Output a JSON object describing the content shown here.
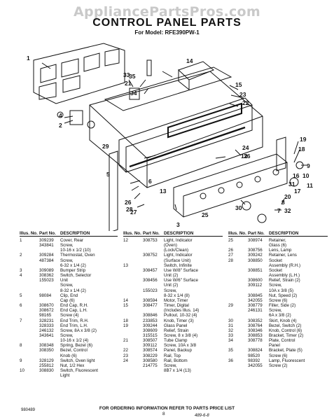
{
  "watermark": "AppliancePartsPros.com",
  "title": "CONTROL PANEL PARTS",
  "model": "For Model: RFE390PW-1",
  "callouts": [
    "1",
    "2",
    "3",
    "4",
    "5",
    "6",
    "7",
    "8",
    "9",
    "10",
    "11",
    "12",
    "13",
    "14",
    "15",
    "16",
    "17",
    "18",
    "19",
    "20",
    "21",
    "22",
    "23",
    "24",
    "25",
    "26",
    "27",
    "28",
    "29",
    "30",
    "31",
    "32",
    "33",
    "34",
    "35",
    "36"
  ],
  "headers": {
    "illus": "Illus. No.",
    "part": "Part No.",
    "desc": "DESCRIPTION"
  },
  "col1": [
    [
      "1",
      "309239",
      "Cover, Rear"
    ],
    [
      "",
      "343841",
      "Screw,"
    ],
    [
      "",
      "",
      "10-16 x 1/2 (10)"
    ],
    [
      "2",
      "309284",
      "Thermostat, Oven"
    ],
    [
      "",
      "487384",
      "Screw,"
    ],
    [
      "",
      "",
      "6-32 x 1/4 (2)"
    ],
    [
      "3",
      "309089",
      "Bumper Strip"
    ],
    [
      "4",
      "308362",
      "Switch, Selector"
    ],
    [
      "",
      "155023",
      "Unit"
    ],
    [
      "",
      "",
      "Screw,"
    ],
    [
      "",
      "",
      "8-32 x 1/4 (2)"
    ],
    [
      "5",
      "98084",
      "Clip, End"
    ],
    [
      "",
      "",
      "Cap (6)"
    ],
    [
      "6",
      "308670",
      "End Cap, R.H."
    ],
    [
      "",
      "308672",
      "End Cap, L.H."
    ],
    [
      "",
      "98165",
      "Screw (4)"
    ],
    [
      "7",
      "328231",
      "End Trim, R.H."
    ],
    [
      "",
      "328333",
      "End Trim, L.H."
    ],
    [
      "",
      "246132",
      "Screw, 8A x 3/8 (2)"
    ],
    [
      "",
      "343641",
      "Screw,"
    ],
    [
      "",
      "",
      "10-16 x 1/2 (4)"
    ],
    [
      "8",
      "308348",
      "Spring, Bezel (6)"
    ],
    [
      "",
      "308350",
      "Bezel, Control"
    ],
    [
      "",
      "",
      "Knob (6)"
    ],
    [
      "9",
      "328129",
      "Switch, Oven light"
    ],
    [
      "",
      "255812",
      "Nut, 1/2 Hex"
    ],
    [
      "10",
      "308830",
      "Switch, Fluorescent"
    ],
    [
      "",
      "",
      "Light"
    ]
  ],
  "col2": [
    [
      "12",
      "308753",
      "Light, Indicator"
    ],
    [
      "",
      "",
      "(Oven)"
    ],
    [
      "",
      "",
      "(Lock/Clean)"
    ],
    [
      "",
      "308752",
      "Light, Indicator"
    ],
    [
      "",
      "",
      "(Surface Unit)"
    ],
    [
      "13",
      "",
      "Switch, Infinite"
    ],
    [
      "",
      "308457",
      "Use W/8\" Surface"
    ],
    [
      "",
      "",
      "Unit (2)"
    ],
    [
      "",
      "308456",
      "Use W/6\" Surface"
    ],
    [
      "",
      "",
      "Unit (2)"
    ],
    [
      "",
      "155023",
      "Screw,"
    ],
    [
      "",
      "",
      "8-32 x 1/4 (8)"
    ],
    [
      "14",
      "308594",
      "Motor, Timer"
    ],
    [
      "15",
      "308477",
      "Timer, Digital"
    ],
    [
      "",
      "",
      "(Includes Illus. 14)"
    ],
    [
      "",
      "308846",
      "Pullout, 10-32 (4)"
    ],
    [
      "18",
      "233853",
      "Knob, Timer (3)"
    ],
    [
      "19",
      "309244",
      "Glass Panel"
    ],
    [
      "",
      "308609",
      "Relief, Strain"
    ],
    [
      "",
      "315515",
      "Screw, 8 x 3/8 (4)"
    ],
    [
      "21",
      "308507",
      "Tube Clamp"
    ],
    [
      "",
      "309112",
      "Screw, 10A x 3/8"
    ],
    [
      "22",
      "308574",
      "Panel, Backup"
    ],
    [
      "23",
      "308229",
      "Rail, Top"
    ],
    [
      "24",
      "308580",
      "Rail, Bottom"
    ],
    [
      "",
      "214775",
      "Screw,"
    ],
    [
      "",
      "",
      "8B7 x 1/4 (13)"
    ]
  ],
  "col3": [
    [
      "25",
      "308974",
      "Retainer,"
    ],
    [
      "",
      "",
      "Glass (6)"
    ],
    [
      "26",
      "308756",
      "Lens, Lamp"
    ],
    [
      "27",
      "309242",
      "Retainer, Lens"
    ],
    [
      "28",
      "308850",
      "Socket"
    ],
    [
      "",
      "",
      "Assembly (R.H.)"
    ],
    [
      "",
      "308851",
      "Socket"
    ],
    [
      "",
      "",
      "Assembly (L.H.)"
    ],
    [
      "",
      "308600",
      "Relief, Strain (2)"
    ],
    [
      "",
      "309112",
      "Screw,"
    ],
    [
      "",
      "",
      "10A x 3/8 (5)"
    ],
    [
      "",
      "308845",
      "Nut, Speed (2)"
    ],
    [
      "",
      "342055",
      "Screw (6)"
    ],
    [
      "29",
      "308779",
      "Filler, Side (2)"
    ],
    [
      "",
      "246131",
      "Screw,"
    ],
    [
      "",
      "",
      "6A x 3/8 (2)"
    ],
    [
      "30",
      "308352",
      "Skirt, Knob (4)"
    ],
    [
      "31",
      "308764",
      "Bezel, Switch (2)"
    ],
    [
      "32",
      "308346",
      "Knob, Control (6)"
    ],
    [
      "33",
      "308853",
      "Bracket, Timer (2)"
    ],
    [
      "34",
      "308778",
      "Plate, Control"
    ],
    [
      "",
      "",
      "Panel"
    ],
    [
      "35",
      "308824",
      "Bracket, Plate (5)"
    ],
    [
      "",
      "98520",
      "Screw (6)"
    ],
    [
      "36",
      "98392",
      "Lamp, Fluorescent"
    ],
    [
      "",
      "342055",
      "Screw (2)"
    ]
  ],
  "footer": "FOR ORDERING INFORMATION REFER TO PARTS PRICE LIST",
  "code": "980489",
  "page_no": "8",
  "handwritten": "489-6-8"
}
